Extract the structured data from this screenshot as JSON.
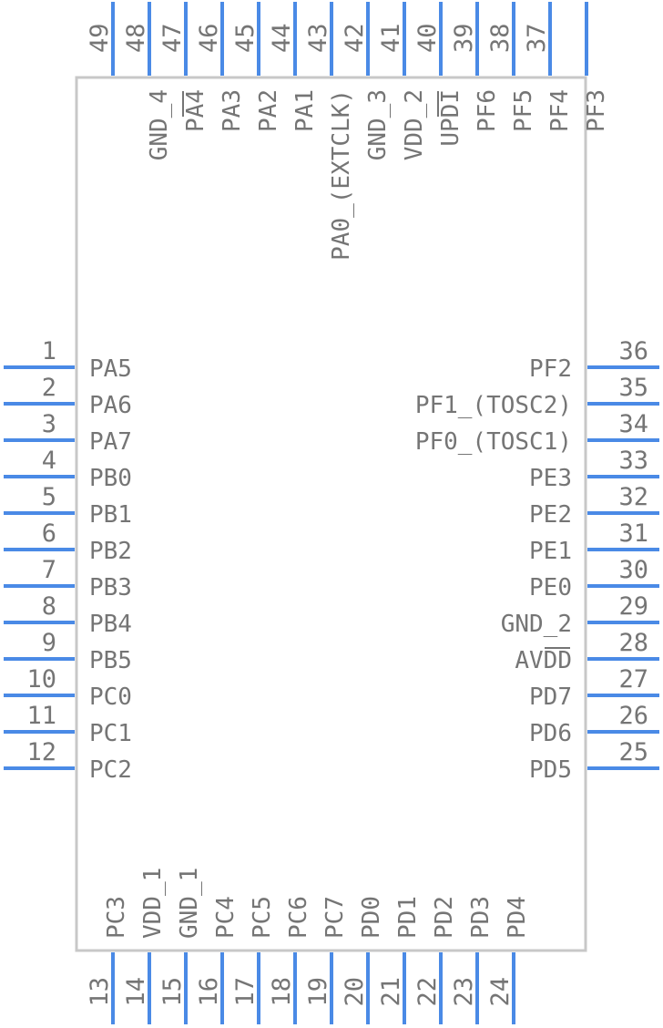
{
  "colors": {
    "pin": "#4a8ae6",
    "body": "#c8c8c8",
    "text": "#757575"
  },
  "left_pins": [
    {
      "num": "1",
      "label": "PA5"
    },
    {
      "num": "2",
      "label": "PA6"
    },
    {
      "num": "3",
      "label": "PA7"
    },
    {
      "num": "4",
      "label": "PB0"
    },
    {
      "num": "5",
      "label": "PB1"
    },
    {
      "num": "6",
      "label": "PB2"
    },
    {
      "num": "7",
      "label": "PB3"
    },
    {
      "num": "8",
      "label": "PB4"
    },
    {
      "num": "9",
      "label": "PB5"
    },
    {
      "num": "10",
      "label": "PC0"
    },
    {
      "num": "11",
      "label": "PC1"
    },
    {
      "num": "12",
      "label": "PC2"
    }
  ],
  "right_pins": [
    {
      "num": "36",
      "label": "PF2"
    },
    {
      "num": "35",
      "label": "PF1_(TOSC2)"
    },
    {
      "num": "34",
      "label": "PF0_(TOSC1)"
    },
    {
      "num": "33",
      "label": "PE3"
    },
    {
      "num": "32",
      "label": "PE2"
    },
    {
      "num": "31",
      "label": "PE1"
    },
    {
      "num": "30",
      "label": "PE0"
    },
    {
      "num": "29",
      "label": "GND_2"
    },
    {
      "num": "28",
      "label": "AVDD",
      "overbar": "DD"
    },
    {
      "num": "27",
      "label": "PD7"
    },
    {
      "num": "26",
      "label": "PD6"
    },
    {
      "num": "25",
      "label": "PD5"
    }
  ],
  "top_pins": [
    {
      "num": "49",
      "label": ""
    },
    {
      "num": "48",
      "label": "GND_4"
    },
    {
      "num": "47",
      "label": "PA4",
      "overbar": "A4"
    },
    {
      "num": "46",
      "label": "PA3"
    },
    {
      "num": "45",
      "label": "PA2"
    },
    {
      "num": "44",
      "label": "PA1"
    },
    {
      "num": "43",
      "label": "PA0_(EXTCLK)"
    },
    {
      "num": "42",
      "label": "GND_3"
    },
    {
      "num": "41",
      "label": "VDD_2"
    },
    {
      "num": "40",
      "label": "UPDI",
      "overbar": "DI"
    },
    {
      "num": "39",
      "label": "PF6"
    },
    {
      "num": "38",
      "label": "PF5"
    },
    {
      "num": "37",
      "label": "PF4"
    },
    {
      "num": "",
      "label": "PF3"
    }
  ],
  "bottom_pins": [
    {
      "num": "13",
      "label": "PC3"
    },
    {
      "num": "14",
      "label": "VDD_1"
    },
    {
      "num": "15",
      "label": "GND_1"
    },
    {
      "num": "16",
      "label": "PC4"
    },
    {
      "num": "17",
      "label": "PC5"
    },
    {
      "num": "18",
      "label": "PC6"
    },
    {
      "num": "19",
      "label": "PC7"
    },
    {
      "num": "20",
      "label": "PD0"
    },
    {
      "num": "21",
      "label": "PD1"
    },
    {
      "num": "22",
      "label": "PD2"
    },
    {
      "num": "23",
      "label": "PD3"
    },
    {
      "num": "24",
      "label": "PD4"
    }
  ]
}
